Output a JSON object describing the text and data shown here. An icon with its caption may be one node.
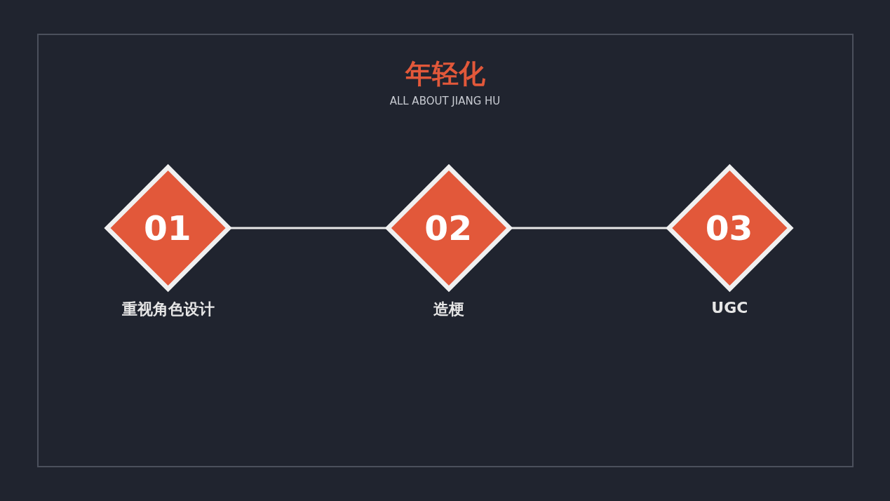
{
  "diagram": {
    "title": "年轻化",
    "nodes": [
      {
        "text": [
          "01"
        ],
        "beside": [
          "重视角色设计"
        ]
      },
      {
        "text": [
          "02"
        ],
        "beside": [
          "造梗"
        ]
      },
      {
        "text": [
          "03"
        ],
        "beside": [
          "UGC"
        ]
      }
    ],
    "edges": [
      {
        "from": 0,
        "to": 1,
        "arrow": "none"
      },
      {
        "from": 1,
        "to": 2,
        "arrow": "none"
      }
    ],
    "labels": [
      "ALL ABOUT JIANG HU"
    ]
  }
}
